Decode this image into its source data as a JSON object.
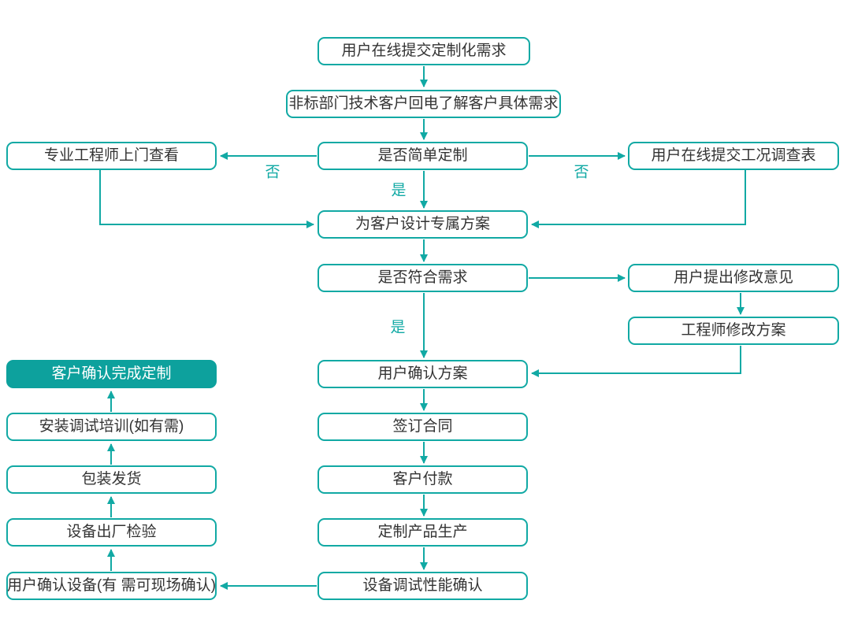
{
  "diagram": {
    "type": "flowchart",
    "colors": {
      "accent_stroke": "#11a9a4",
      "highlight_fill": "#0da19d",
      "node_text": "#333333",
      "highlight_text": "#ffffff",
      "background": "#ffffff"
    },
    "nodes": {
      "submit_request": "用户在线提交定制化需求",
      "callback": "非标部门技术客户回电了解客户具体需求",
      "simple_custom_decision": "是否简单定制",
      "engineer_visit": "专业工程师上门查看",
      "survey_form": "用户在线提交工况调查表",
      "design_plan": "为客户设计专属方案",
      "meet_requirement_decision": "是否符合需求",
      "feedback": "用户提出修改意见",
      "revise_plan": "工程师修改方案",
      "confirm_plan": "用户确认方案",
      "sign_contract": "签订合同",
      "payment": "客户付款",
      "production": "定制产品生产",
      "debug_confirm": "设备调试性能确认",
      "confirm_device": "用户确认设备(有 需可现场确认)",
      "factory_inspection": "设备出厂检验",
      "shipping": "包装发货",
      "training": "安装调试培训(如有需)",
      "complete_custom": "客户确认完成定制"
    },
    "edge_labels": {
      "no_left": "否",
      "no_right": "否",
      "yes_to_design": "是",
      "yes_to_confirm": "是"
    }
  }
}
